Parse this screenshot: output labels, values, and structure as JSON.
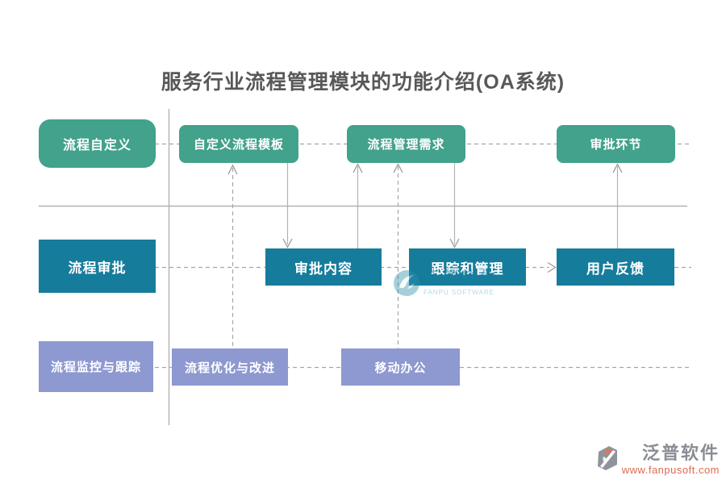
{
  "title": "服务行业流程管理模块的功能介绍(OA系统)",
  "colors": {
    "green": "#42a28c",
    "teal": "#167c9c",
    "purple": "#8d99d0",
    "line_solid": "#b2b2b4",
    "line_dashed": "#a6a6a6",
    "title_text": "#58585a",
    "watermark_teal": "#1a7f9e",
    "watermark_gray": "#8a8d94",
    "watermark_orange": "#dd6a4e"
  },
  "rows": [
    {
      "lead": {
        "label": "流程自定义"
      },
      "nodes": [
        {
          "label": "自定义流程模板"
        },
        {
          "label": "流程管理需求"
        },
        {
          "label": "审批环节"
        }
      ]
    },
    {
      "lead": {
        "label": "流程审批"
      },
      "nodes": [
        {
          "label": "审批内容"
        },
        {
          "label": "跟踪和管理"
        },
        {
          "label": "用户反馈"
        }
      ]
    },
    {
      "lead": {
        "label": "流程监控与跟踪"
      },
      "nodes": [
        {
          "label": "流程优化与改进"
        },
        {
          "label": "移动办公"
        }
      ]
    }
  ],
  "edges": [
    {
      "from": "流程优化与改进",
      "to": "自定义流程模板",
      "style": "dashed",
      "arrow": "up"
    },
    {
      "from": "自定义流程模板",
      "to": "审批内容",
      "style": "solid",
      "arrow": "down"
    },
    {
      "from": "审批内容",
      "to": "流程管理需求",
      "style": "solid",
      "arrow": "up"
    },
    {
      "from": "移动办公",
      "to": "流程管理需求",
      "style": "dashed",
      "arrow": "up"
    },
    {
      "from": "流程管理需求",
      "to": "跟踪和管理",
      "style": "solid",
      "arrow": "down"
    },
    {
      "from": "跟踪和管理",
      "to": "用户反馈",
      "style": "dashed",
      "arrow": "right"
    },
    {
      "from": "用户反馈",
      "to": "审批环节",
      "style": "solid",
      "arrow": "up"
    }
  ],
  "watermark_center": {
    "brand": "泛普软件",
    "brand_en": "FANPU SOFTWARE"
  },
  "watermark_footer": {
    "brand": "泛普软件",
    "url": "www.fanpusoft.com"
  }
}
